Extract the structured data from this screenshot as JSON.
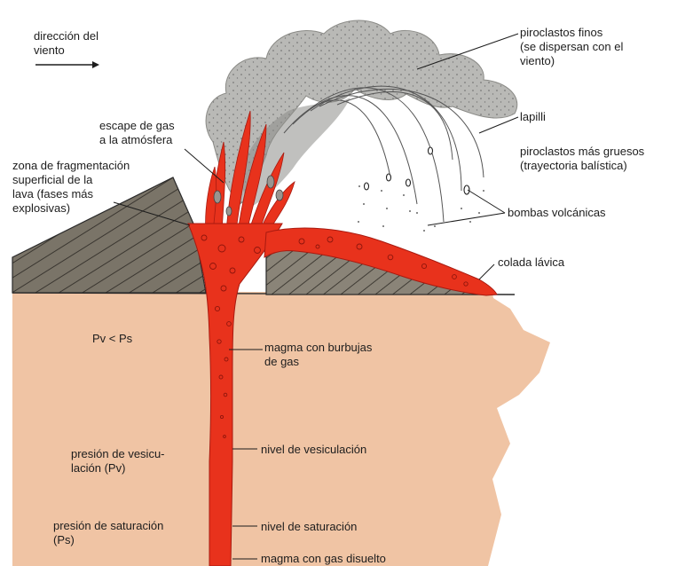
{
  "wind": {
    "line1": "dirección del",
    "line2": "viento"
  },
  "labels": {
    "fine_pyroclasts": {
      "line1": "piroclastos finos",
      "line2": "(se dispersan con el",
      "line3": "viento)"
    },
    "lapilli": "lapilli",
    "coarse_pyroclasts": {
      "line1": "piroclastos más gruesos",
      "line2": "(trayectoria balística)"
    },
    "bombs": "bombas volcánicas",
    "lava_flow": "colada lávica",
    "gas_escape": {
      "line1": "escape de gas",
      "line2": "a la atmósfera"
    },
    "fragmentation": {
      "line1": "zona de fragmentación",
      "line2": "superficial de la",
      "line3": "lava (fases más",
      "line4": "explosivas)"
    },
    "pressure_relation": "Pv < Ps",
    "bubbles": {
      "line1": "magma con burbujas",
      "line2": "de gas"
    },
    "vesiculation_pressure": {
      "line1": "presión de vesicu-",
      "line2": "lación (Pv)"
    },
    "vesiculation_level": "nivel de vesiculación",
    "saturation_pressure": {
      "line1": "presión de saturación",
      "line2": "(Ps)"
    },
    "saturation_level": "nivel de saturación",
    "dissolved_gas": "magma con gas disuelto"
  },
  "colors": {
    "ground": "#f0c4a4",
    "volcano_flank": "#7a7468",
    "magma": "#e8321c",
    "magma_dark": "#a81a10",
    "ash_cloud": "#b9b9b6",
    "ink": "#1d1d1d"
  },
  "icons": {
    "wind_arrow": "arrow-right-icon"
  }
}
